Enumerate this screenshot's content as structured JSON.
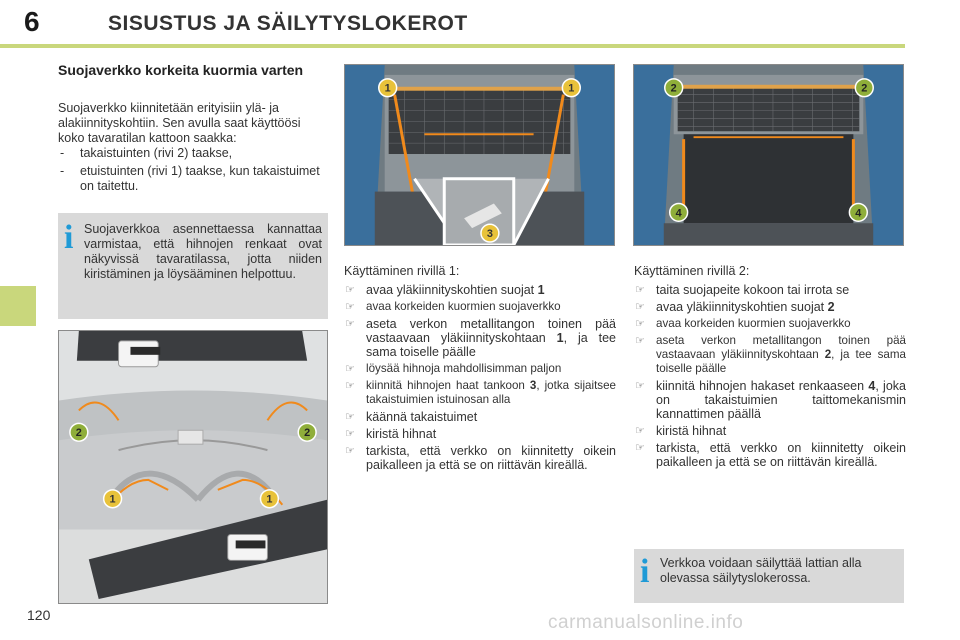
{
  "header": {
    "chapter_number": "6",
    "chapter_title": "SISUSTUS JA SÄILYTYSLOKEROT"
  },
  "section": {
    "title": "Suojaverkko korkeita kuormia varten",
    "intro": "Suojaverkko kiinnitetään erityisiin ylä- ja alakiinnityskohtiin. Sen avulla saat käyttöösi koko tavaratilan kattoon saakka:",
    "items": [
      "takaistuinten (rivi 2) taakse,",
      "etuistuinten (rivi 1) taakse, kun takaistuimet on taitettu."
    ],
    "dash": "-"
  },
  "info_box_1": {
    "icon": "info-icon",
    "glyph": "i",
    "text": "Suojaverkkoa asennettaessa kannattaa varmistaa, että hihnojen renkaat ovat näkyvissä tavaratilassa, jotta niiden kiristäminen ja löysääminen helpottuu."
  },
  "photo_a": {
    "callouts": [
      "1",
      "1",
      "3"
    ]
  },
  "photo_b": {
    "callouts": [
      "2",
      "2",
      "4",
      "4"
    ]
  },
  "photo_c": {
    "callouts": [
      "2",
      "2",
      "1",
      "1"
    ]
  },
  "bullet_glyph": "☞",
  "column_1": {
    "title": "Käyttäminen rivillä 1:",
    "steps": [
      {
        "text": "avaa yläkiinnityskohtien suojat ",
        "bold": "1",
        "after": ""
      },
      {
        "text": "avaa korkeiden kuormien suojaverkko",
        "bold": "",
        "after": ""
      },
      {
        "text": "aseta verkon metallitangon toinen pää vastaavaan yläkiinnityskohtaan ",
        "bold": "1",
        "after": ", ja tee sama toiselle päälle"
      },
      {
        "text": "löysää hihnoja mahdollisimman paljon",
        "bold": "",
        "after": ""
      },
      {
        "text": "kiinnitä hihnojen haat tankoon ",
        "bold": "3",
        "after": ", jotka sijaitsee takaistuimien istuinosan alla"
      },
      {
        "text": "käännä takaistuimet",
        "bold": "",
        "after": ""
      },
      {
        "text": "kiristä hihnat",
        "bold": "",
        "after": ""
      },
      {
        "text": "tarkista, että verkko on kiinnitetty oikein paikalleen ja että se on riittävän kireällä.",
        "bold": "",
        "after": ""
      }
    ]
  },
  "column_2": {
    "title": "Käyttäminen rivillä 2:",
    "steps": [
      {
        "text": "taita suojapeite kokoon tai irrota se",
        "bold": "",
        "after": ""
      },
      {
        "text": "avaa yläkiinnityskohtien suojat ",
        "bold": "2",
        "after": ""
      },
      {
        "text": "avaa korkeiden kuormien suojaverkko",
        "bold": "",
        "after": ""
      },
      {
        "text": "aseta verkon metallitangon toinen pää vastaavaan yläkiinnityskohtaan ",
        "bold": "2",
        "after": ", ja tee sama toiselle päälle"
      },
      {
        "text": "kiinnitä hihnojen hakaset renkaaseen ",
        "bold": "4",
        "after": ", joka on takaistuimien taittomekanismin kannattimen päällä"
      },
      {
        "text": "kiristä hihnat",
        "bold": "",
        "after": ""
      },
      {
        "text": "tarkista, että verkko on kiinnitetty oikein paikalleen ja että se on riittävän kireällä.",
        "bold": "",
        "after": ""
      }
    ]
  },
  "info_box_2": {
    "icon": "info-icon",
    "glyph": "i",
    "text": "Verkkoa voidaan säilyttää lattian alla olevassa säilytyslokerossa."
  },
  "footer": {
    "page_number": "120",
    "watermark": "carmanualsonline.info"
  },
  "colors": {
    "accent_green": "#c9d77c",
    "info_blue": "#1f9ad6",
    "info_box_bg": "#d9d9d9",
    "callout_yellow": "#e8c23a",
    "callout_green": "#8fae3a",
    "net_orange": "#f08a1c"
  }
}
